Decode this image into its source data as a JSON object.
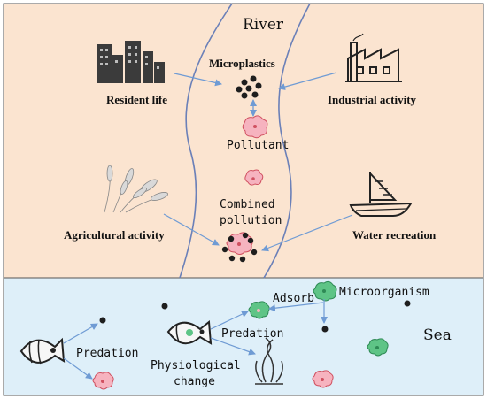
{
  "river_title": "River",
  "sea_title": "Sea",
  "labels": {
    "microplastics": "Microplastics",
    "pollutant": "Pollutant",
    "combined_line1": "Combined",
    "combined_line2": "pollution",
    "resident_life": "Resident life",
    "industrial_activity": "Industrial activity",
    "agricultural_activity": "Agricultural activity",
    "water_recreation": "Water recreation",
    "adsorb": "Adsorb",
    "microorganism": "Microorganism",
    "predation_1": "Predation",
    "predation_2": "Predation",
    "physiological_line1": "Physiological",
    "physiological_line2": "change"
  },
  "colors": {
    "land_bg": "#fbe4d0",
    "sea_bg": "#deeff9",
    "arrow": "#6f9bd4",
    "river_edge": "#6b80b8",
    "pollutant": "#f3a0ae",
    "microorganism": "#5ec486",
    "particle": "#1e1e1e"
  },
  "icons": [
    "city-icon",
    "factory-icon",
    "wheat-icon",
    "sailboat-icon",
    "fish-icon",
    "seaweed-icon",
    "pollutant-icon",
    "microorganism-icon",
    "microplastic-particle-icon"
  ]
}
